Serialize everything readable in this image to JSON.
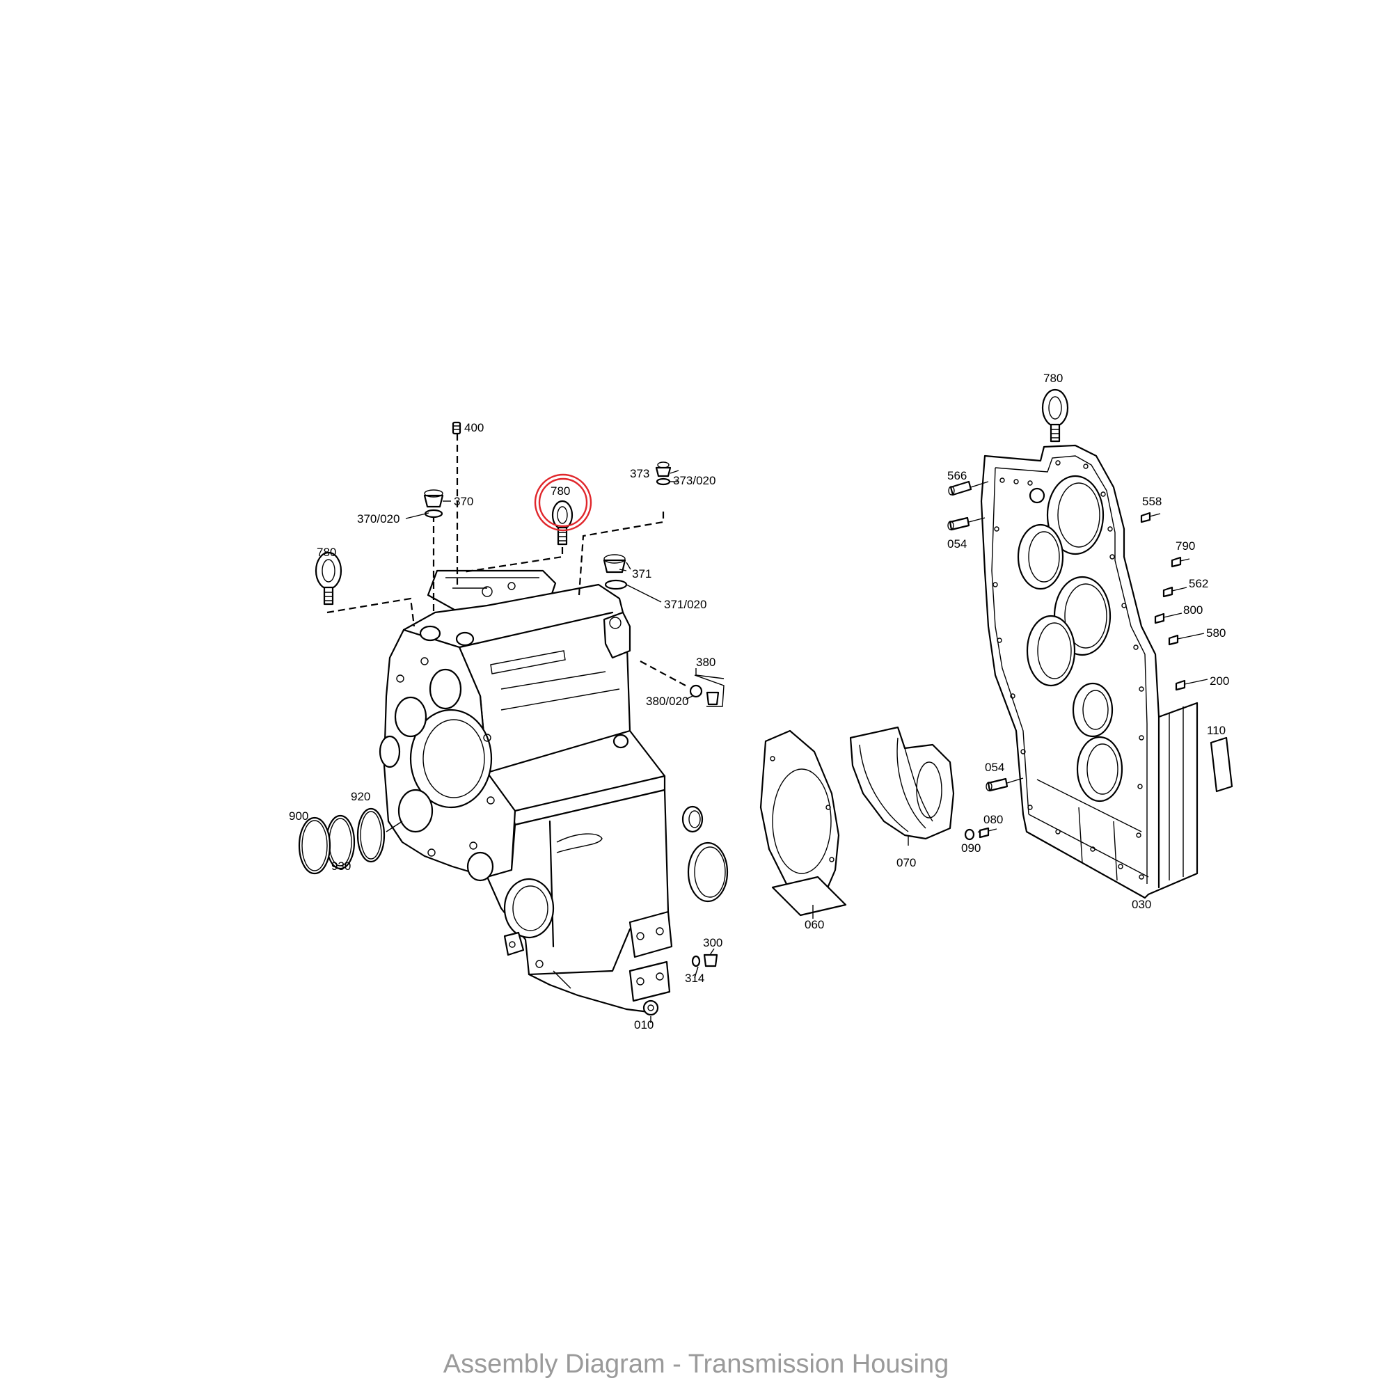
{
  "caption": "Assembly Diagram - Transmission Housing",
  "highlight_color": "#e0262b",
  "highlighted_part": "780",
  "labels": {
    "l400": "400",
    "l370": "370",
    "l370_020": "370/020",
    "l780_highlight": "780",
    "l373": "373",
    "l373_020": "373/020",
    "l780_left": "780",
    "l371": "371",
    "l371_020": "371/020",
    "l380": "380",
    "l380_020": "380/020",
    "l900": "900",
    "l920": "920",
    "l930": "930",
    "l010": "010",
    "l300": "300",
    "l314": "314",
    "l060": "060",
    "l070": "070",
    "l080": "080",
    "l090": "090",
    "l780_right": "780",
    "l566": "566",
    "l054_top": "054",
    "l558": "558",
    "l790": "790",
    "l562": "562",
    "l800": "800",
    "l580": "580",
    "l200": "200",
    "l110": "110",
    "l054_bottom": "054",
    "l030": "030"
  }
}
